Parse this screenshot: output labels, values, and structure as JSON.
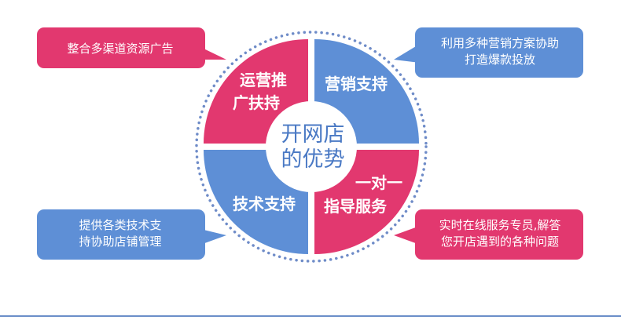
{
  "colors": {
    "pink": "#e2386f",
    "blue": "#5e8fd6",
    "ring": "#6f8cc8",
    "center_text": "#4a79c4",
    "white": "#ffffff"
  },
  "center": {
    "line1": "开网店",
    "line2": "的优势"
  },
  "quadrants": {
    "top_left": {
      "line1": "运营推",
      "line2": "广扶持"
    },
    "top_right": {
      "line1": "营销支持"
    },
    "bottom_left": {
      "line1": "技术支持"
    },
    "bottom_right": {
      "line1": "一对一",
      "line2": "指导服务"
    }
  },
  "callouts": {
    "top_left": {
      "line1": "整合多渠道资源广告"
    },
    "top_right": {
      "line1": "利用多种营销方案协助",
      "line2": "打造爆款投放"
    },
    "bottom_left": {
      "line1": "提供各类技术支",
      "line2": "持协助店铺管理"
    },
    "bottom_right": {
      "line1": "实时在线服务专员,解答",
      "line2": "您开店遇到的各种问题"
    }
  }
}
